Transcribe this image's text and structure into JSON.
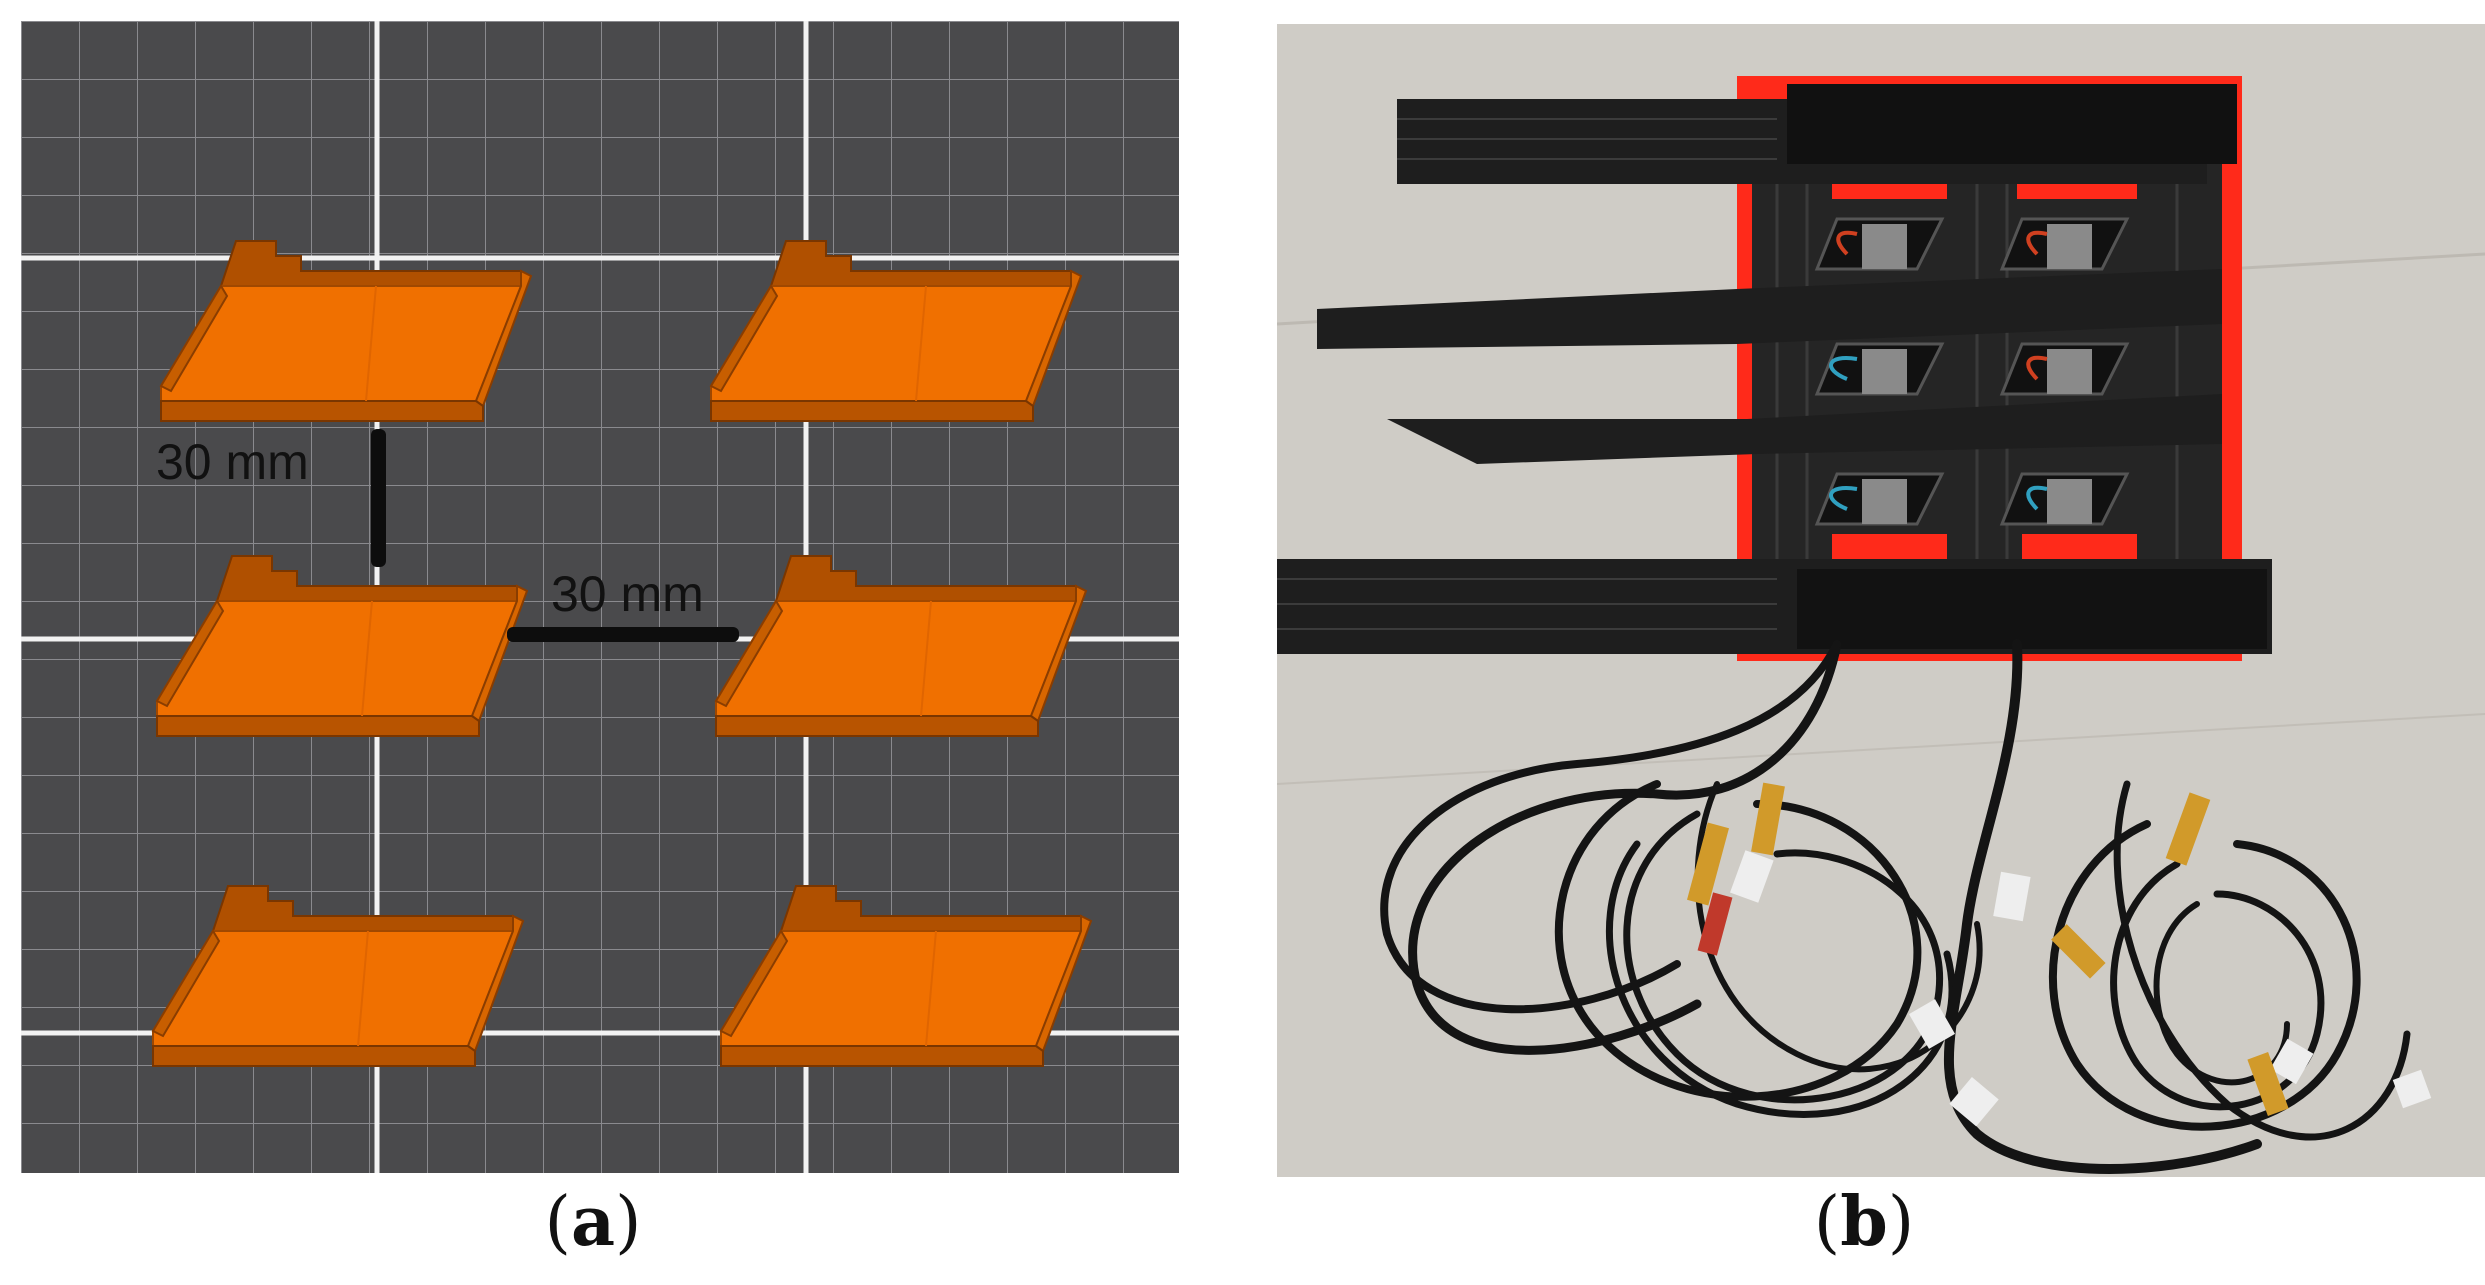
{
  "panel_a": {
    "dimension_vertical": "30 mm",
    "dimension_horizontal": "30 mm",
    "caption_letter": "a"
  },
  "panel_b": {
    "caption_letter": "b"
  },
  "colors": {
    "grid_background": "#4a4a4c",
    "grid_line": "#8c8c90",
    "grid_major": "#f0f0f0",
    "tray_fill": "#f07000",
    "tray_edge": "#a04800",
    "strap": "#1c1c1c",
    "felt": "#ff2a1a",
    "floor": "#cfccc6"
  },
  "icons": {
    "tray": "sensor-tray-icon",
    "sensor": "sensor-module-icon",
    "connector": "coax-connector-icon"
  }
}
